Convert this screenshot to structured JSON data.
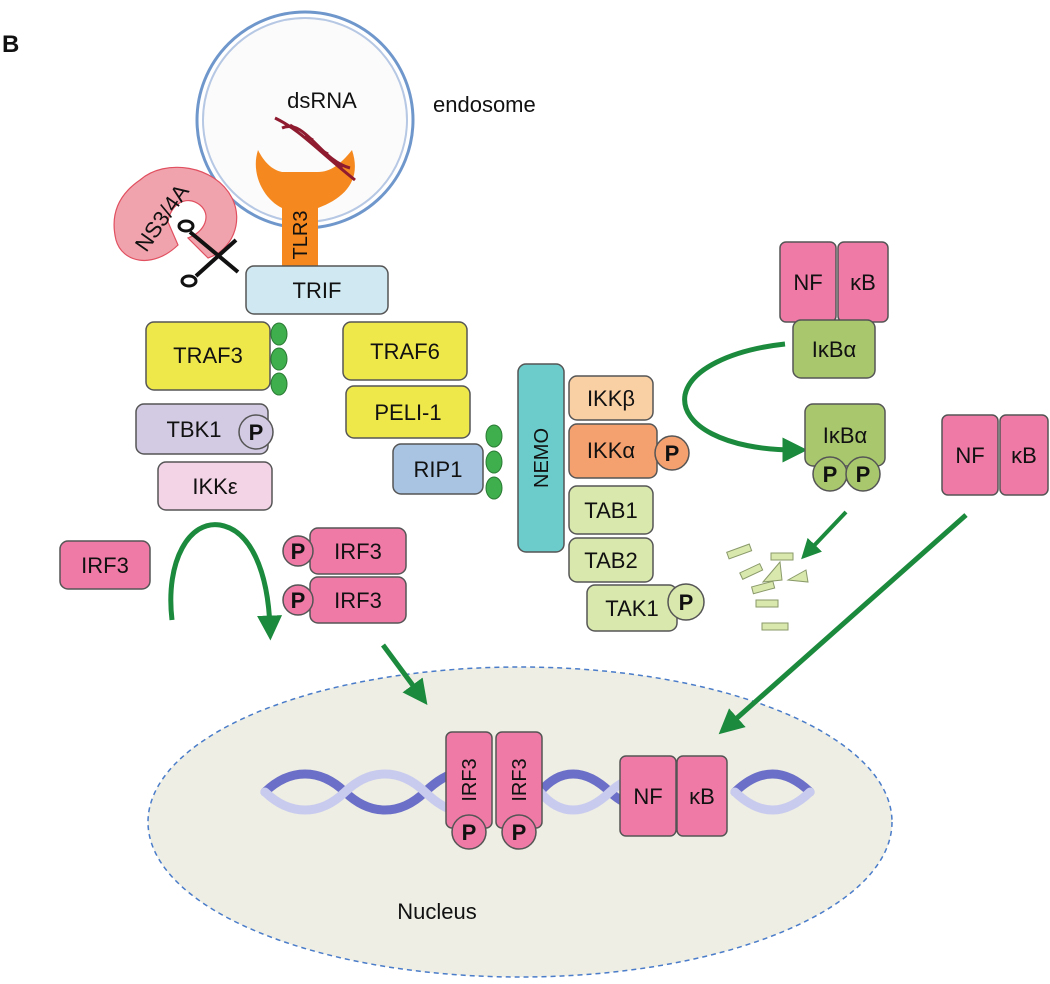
{
  "panel_label": "B",
  "labels": {
    "endosome": "endosome",
    "dsrna": "dsRNA",
    "tlr3": "TLR3",
    "ns3_4a": "NS3/4A",
    "trif": "TRIF",
    "traf3": "TRAF3",
    "traf6": "TRAF6",
    "peli1": "PELI-1",
    "rip1": "RIP1",
    "tbk1": "TBK1",
    "ikk_epsilon": "IKKε",
    "nemo": "NEMO",
    "ikk_beta": "IKKβ",
    "ikk_alpha": "IKKα",
    "tab1": "TAB1",
    "tab2": "TAB2",
    "tak1": "TAK1",
    "irf3": "IRF3",
    "nf": "NF",
    "kb": "κB",
    "ikba": "IκBα",
    "phospho": "P",
    "nucleus": "Nucleus"
  },
  "colors": {
    "endosome_ring": "#6f97cc",
    "tlr3": "#f5891f",
    "dsrna": "#8e1b2f",
    "ns3_4a": "#f1a3ad",
    "trif": "#cfe8f2",
    "traf": "#efe84b",
    "tbk1": "#d3cbe3",
    "ikk_epsilon": "#f3d4e6",
    "rip1": "#a9c4e2",
    "nemo": "#6ccbcb",
    "ikk_beta": "#f9cfa4",
    "ikk_alpha": "#f4a06f",
    "tab": "#d9e8ac",
    "irf3": "#ef7aa6",
    "nfkb": "#ef7aa6",
    "ikba": "#a9c86e",
    "arrow": "#1b8a3c",
    "nucleus_fill": "#eeeee4",
    "nucleus_border": "#4a7cc9",
    "dna": "#6b6fc7",
    "ubiquitin": "#3fae4c"
  }
}
